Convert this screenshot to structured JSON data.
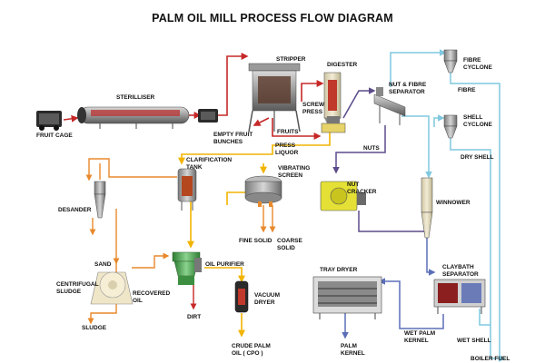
{
  "diagram": {
    "title": "PALM OIL MILL PROCESS FLOW DIAGRAM",
    "labels": {
      "fruit_cage": "FRUIT CAGE",
      "steriliser": "STERILLISER",
      "stripper": "STRIPPER",
      "digester": "DIGESTER",
      "empty_fruit_bunches": [
        "EMPTY FRUIT",
        "BUNCHES"
      ],
      "fruits": "FRUITS",
      "screw_press": [
        "SCREW",
        "PRESS"
      ],
      "press_liquor": [
        "PRESS",
        "LIQUOR"
      ],
      "nut_fibre_separator": [
        "NUT & FIBRE",
        "SEPARATOR"
      ],
      "fibre_cyclone": [
        "FIBRE",
        "CYCLONE"
      ],
      "fibre": "FIBRE",
      "shell_cyclone": [
        "SHELL",
        "CYCLONE"
      ],
      "dry_shell": "DRY SHELL",
      "nuts": "NUTS",
      "clarification_tank": [
        "CLARIFICATION",
        "TANK"
      ],
      "vibrating_screen": [
        "VIBRATING",
        "SCREEN"
      ],
      "desander": "DESANDER",
      "nut_cracker": [
        "NUT",
        "CRACKER"
      ],
      "winnower": "WINNOWER",
      "fine_solid": "FINE SOLID",
      "coarse_solid": [
        "COARSE",
        "SOLID"
      ],
      "sand": "SAND",
      "oil_purifier": "OIL PURIFIER",
      "centrifugal_sludge": [
        "CENTRIFUGAL",
        "SLUDGE"
      ],
      "recovered_oil": [
        "RECOVERED",
        "OIL"
      ],
      "vacuum_dryer": [
        "VACUUM",
        "DRYER"
      ],
      "tray_dryer": "TRAY DRYER",
      "claybath_separator": [
        "CLAYBATH",
        "SEPARATOR"
      ],
      "sludge": "SLUDGE",
      "dirt": "DIRT",
      "crude_palm_oil": [
        "CRUDE PALM",
        "OIL ( CPO )"
      ],
      "palm_kernel": [
        "PALM",
        "KERNEL"
      ],
      "wet_palm_kernel": [
        "WET PALM",
        "KERNEL"
      ],
      "wet_shell": "WET SHELL",
      "boiler_fuel": "BOILER FUEL"
    },
    "colors": {
      "bunch_flow": "#c62828",
      "liquor_flow": "#f2b400",
      "sludge_flow": "#e8892b",
      "nut_flow": "#5b4b8a",
      "fibre_shell_flow": "#7fc8df",
      "kernel_flow": "#5b6fb8",
      "dirt_flow": "#c62828"
    }
  }
}
